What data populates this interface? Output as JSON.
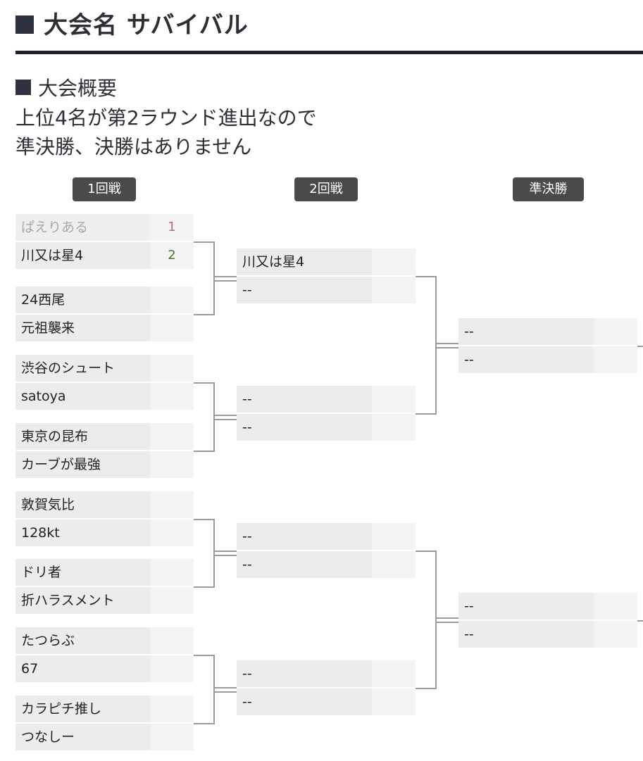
{
  "header": {
    "title": "大会名 サバイバル"
  },
  "overview": {
    "heading": "大会概要",
    "lines": [
      "上位4名が第2ラウンド進出なので",
      "準決勝、決勝はありません"
    ]
  },
  "rounds": [
    {
      "label": "1回戦"
    },
    {
      "label": "2回戦"
    },
    {
      "label": "準決勝"
    }
  ],
  "round1": [
    {
      "players": [
        {
          "name": "ぱえりある",
          "score": "1",
          "result": "lose"
        },
        {
          "name": "川又は星4",
          "score": "2",
          "result": "win"
        }
      ]
    },
    {
      "players": [
        {
          "name": "24西尾",
          "score": ""
        },
        {
          "name": "元祖襲来",
          "score": ""
        }
      ]
    },
    {
      "players": [
        {
          "name": "渋谷のシュート",
          "score": ""
        },
        {
          "name": "satoya",
          "score": ""
        }
      ]
    },
    {
      "players": [
        {
          "name": "東京の昆布",
          "score": ""
        },
        {
          "name": "カーブが最強",
          "score": ""
        }
      ]
    },
    {
      "players": [
        {
          "name": "敦賀気比",
          "score": ""
        },
        {
          "name": "128kt",
          "score": ""
        }
      ]
    },
    {
      "players": [
        {
          "name": "ドリ者",
          "score": ""
        },
        {
          "name": "折ハラスメント",
          "score": ""
        }
      ]
    },
    {
      "players": [
        {
          "name": "たつらぶ",
          "score": ""
        },
        {
          "name": "67",
          "score": ""
        }
      ]
    },
    {
      "players": [
        {
          "name": "カラピチ推し",
          "score": ""
        },
        {
          "name": "つなしー",
          "score": ""
        }
      ]
    }
  ],
  "round2": [
    {
      "players": [
        {
          "name": "川又は星4",
          "score": ""
        },
        {
          "name": "--",
          "score": ""
        }
      ]
    },
    {
      "players": [
        {
          "name": "--",
          "score": ""
        },
        {
          "name": "--",
          "score": ""
        }
      ]
    },
    {
      "players": [
        {
          "name": "--",
          "score": ""
        },
        {
          "name": "--",
          "score": ""
        }
      ]
    },
    {
      "players": [
        {
          "name": "--",
          "score": ""
        },
        {
          "name": "--",
          "score": ""
        }
      ]
    }
  ],
  "semifinal": [
    {
      "players": [
        {
          "name": "--",
          "score": ""
        },
        {
          "name": "--",
          "score": ""
        }
      ]
    },
    {
      "players": [
        {
          "name": "--",
          "score": ""
        },
        {
          "name": "--",
          "score": ""
        }
      ]
    }
  ]
}
